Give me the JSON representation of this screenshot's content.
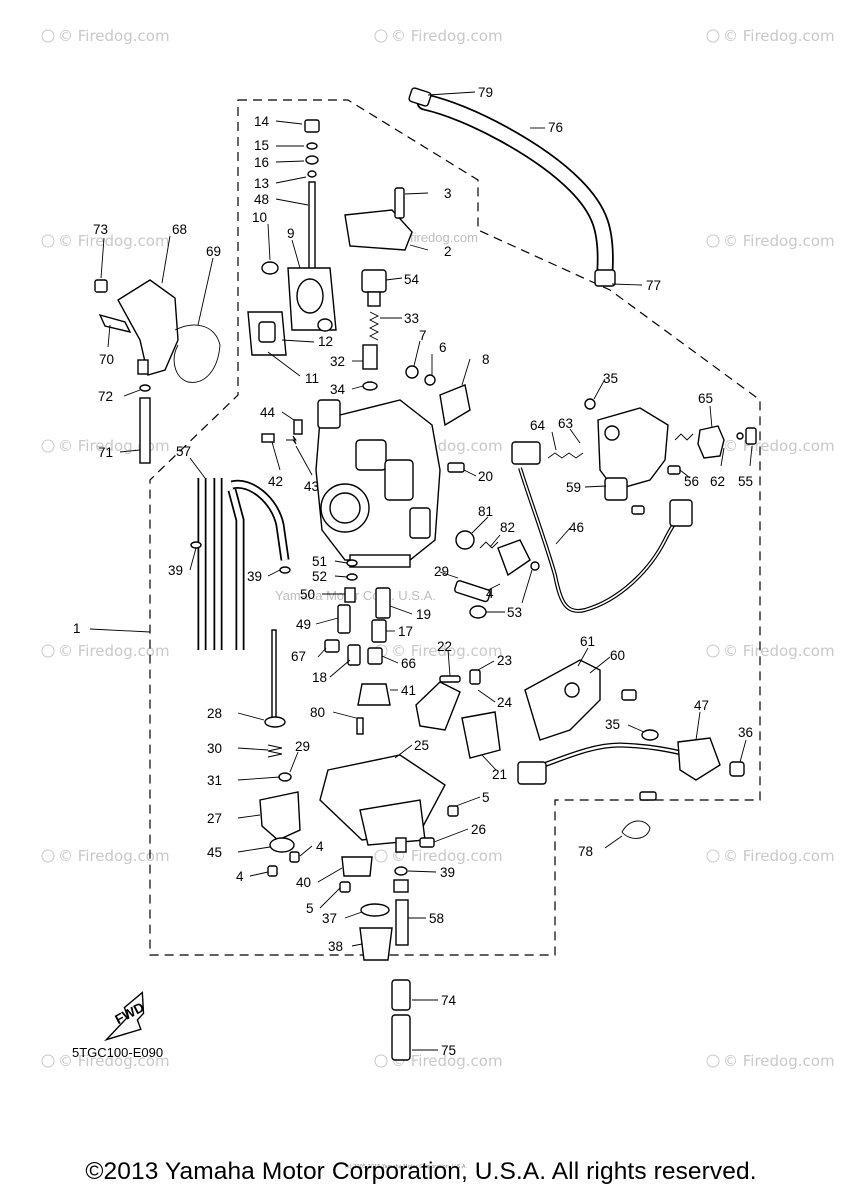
{
  "diagram_code": "5TGC100-E090",
  "fwd_label": "FWD",
  "watermark_text": "© Firedog.com",
  "watermark_inline": "firedog.com",
  "watermark_corp": "Yamaha Motor Corp. U.S.A.",
  "fine_print": "(c) 2005-2015 Yamaha Motor Corporation, U.S.A.",
  "copyright": "©2013 Yamaha Motor Corporation, U.S.A. All rights reserved.",
  "callouts": {
    "c79": "79",
    "c76": "76",
    "c14": "14",
    "c15": "15",
    "c16": "16",
    "c13": "13",
    "c48": "48",
    "c3": "3",
    "c10": "10",
    "c9": "9",
    "c2": "2",
    "c73": "73",
    "c68": "68",
    "c69": "69",
    "c54": "54",
    "c77": "77",
    "c33": "33",
    "c12": "12",
    "c7": "7",
    "c6": "6",
    "c8": "8",
    "c70": "70",
    "c11": "11",
    "c32": "32",
    "c35a": "35",
    "c72": "72",
    "c34": "34",
    "c65": "65",
    "c44": "44",
    "c64": "64",
    "c63": "63",
    "c71": "71",
    "c57": "57",
    "c42": "42",
    "c43": "43",
    "c20": "20",
    "c56": "56",
    "c62": "62",
    "c55": "55",
    "c59": "59",
    "c81": "81",
    "c82": "82",
    "c46": "46",
    "c39a": "39",
    "c51": "51",
    "c52": "52",
    "c39b": "39",
    "c29a": "29",
    "c50": "50",
    "c4a": "4",
    "c53": "53",
    "c19": "19",
    "c1": "1",
    "c49": "49",
    "c17": "17",
    "c61": "61",
    "c60": "60",
    "c22": "22",
    "c23": "23",
    "c67": "67",
    "c66": "66",
    "c18": "18",
    "c41": "41",
    "c24": "24",
    "c47": "47",
    "c28": "28",
    "c80": "80",
    "c35b": "35",
    "c36": "36",
    "c30": "30",
    "c29b": "29",
    "c25": "25",
    "c31": "31",
    "c21": "21",
    "c5a": "5",
    "c27": "27",
    "c26": "26",
    "c78": "78",
    "c45": "45",
    "c4b": "4",
    "c4c": "4",
    "c39c": "39",
    "c40": "40",
    "c5b": "5",
    "c37": "37",
    "c58": "58",
    "c38": "38",
    "c74": "74",
    "c75": "75"
  }
}
